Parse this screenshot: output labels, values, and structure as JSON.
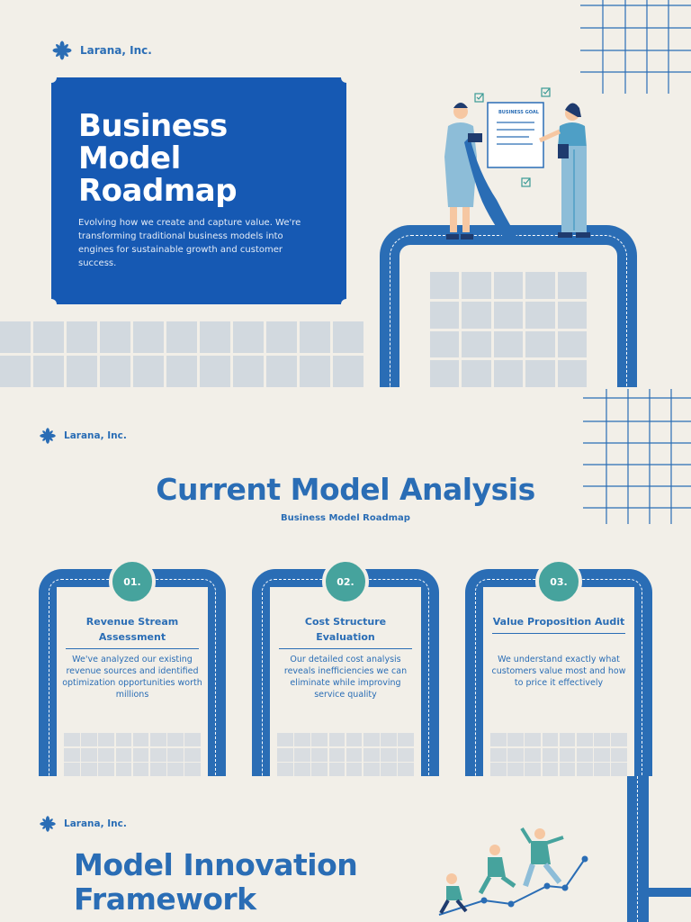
{
  "brand": {
    "name": "Larana, Inc."
  },
  "hero": {
    "title_line1": "Business Model",
    "title_line2": "Roadmap",
    "description": "Evolving how we create and capture value. We're transforming traditional business models into engines for sustainable growth and customer success.",
    "illustration_label": "BUSINESS GOAL"
  },
  "analysis": {
    "title": "Current Model Analysis",
    "subtitle": "Business Model Roadmap",
    "cards": [
      {
        "num": "01.",
        "title": "Revenue Stream Assessment",
        "text": "We've analyzed our existing revenue sources and identified optimization opportunities worth millions"
      },
      {
        "num": "02.",
        "title": "Cost Structure Evaluation",
        "text": "Our detailed cost analysis reveals inefficiencies we can eliminate while improving service quality"
      },
      {
        "num": "03.",
        "title": "Value Proposition Audit",
        "text": "We understand exactly what customers value most and how to price it effectively"
      }
    ]
  },
  "innovation": {
    "title_line1": "Model Innovation",
    "title_line2": "Framework"
  },
  "colors": {
    "primary": "#2a6db5",
    "hero": "#1659b3",
    "teal": "#46a39d",
    "background": "#f2efe8"
  }
}
